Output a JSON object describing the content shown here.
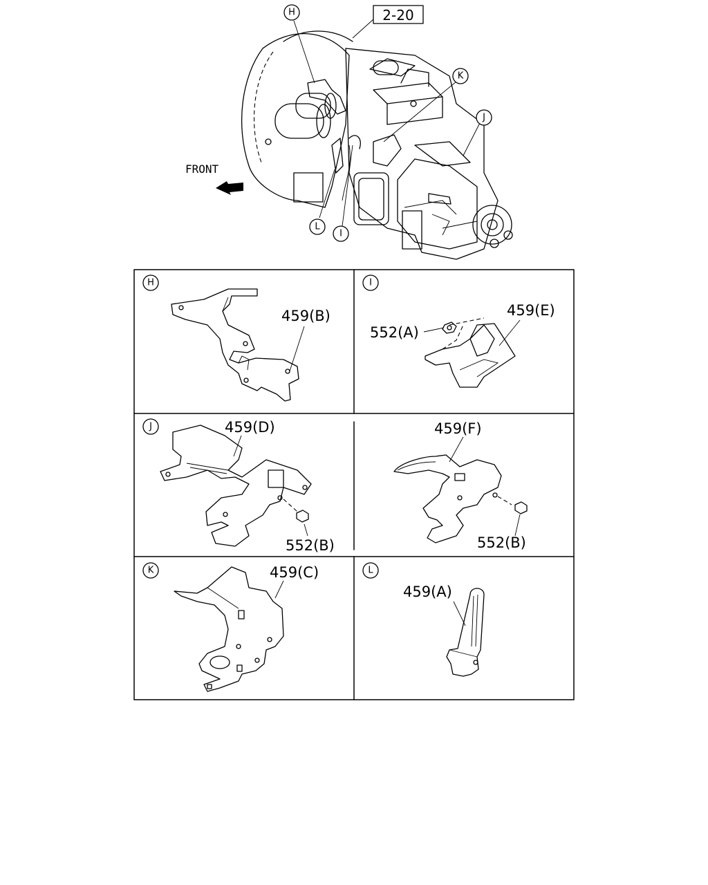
{
  "reference": "2-20",
  "front_label": "FRONT",
  "overview_callouts": [
    "H",
    "I",
    "J",
    "K",
    "L"
  ],
  "panels": [
    {
      "letter": "H",
      "parts": [
        "459(B)"
      ]
    },
    {
      "letter": "I",
      "parts": [
        "552(A)",
        "459(E)"
      ]
    },
    {
      "letter": "J",
      "parts": [
        "459(D)",
        "552(B)"
      ]
    },
    {
      "letter": "",
      "parts": [
        "459(F)",
        "552(B)"
      ]
    },
    {
      "letter": "K",
      "parts": [
        "459(C)"
      ]
    },
    {
      "letter": "L",
      "parts": [
        "459(A)"
      ]
    }
  ]
}
